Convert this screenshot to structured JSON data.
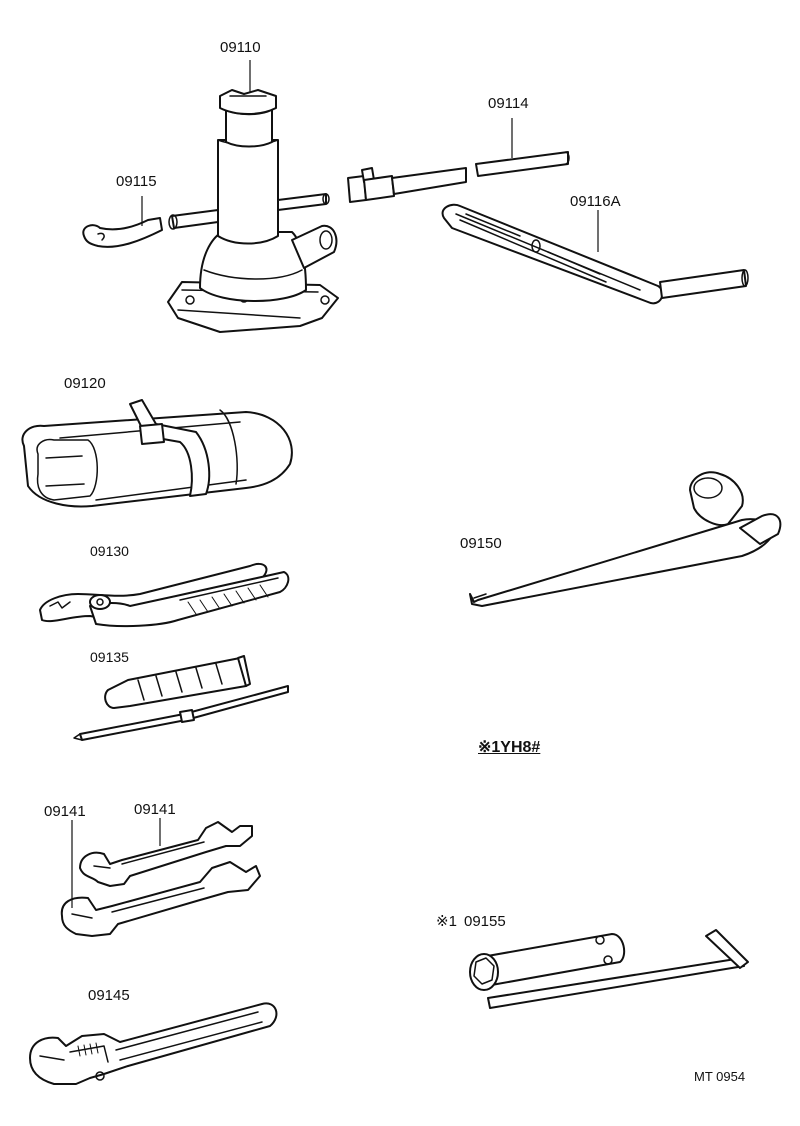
{
  "parts": {
    "jack": "09110",
    "jack_handle": "09114",
    "jack_hook": "09115",
    "jack_handle_bar": "09116A",
    "tool_bag": "09120",
    "pliers": "09130",
    "screwdriver": "09135",
    "wrench_upper": "09141",
    "wrench_lower": "09141",
    "adjustable_wrench": "09145",
    "lug_wrench": "09150",
    "plug_wrench": "09155"
  },
  "notes": {
    "applicability": "※1YH8#",
    "plug_wrench_marker": "※1"
  },
  "figure_code": "MT  0954"
}
